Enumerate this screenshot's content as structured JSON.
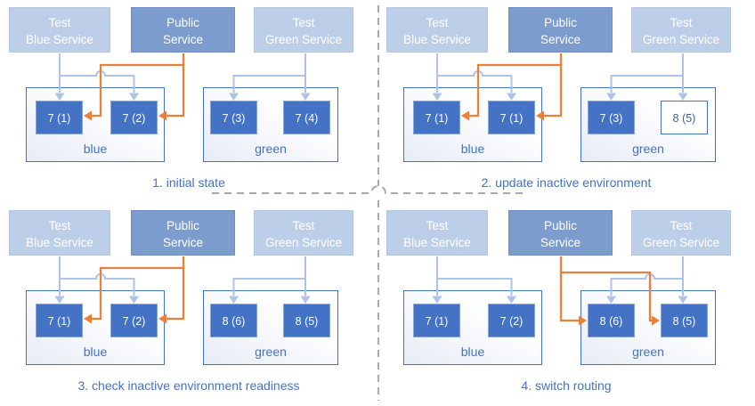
{
  "colors": {
    "pod_fill": "#4472c4",
    "pod_text": "#ffffff",
    "pod_outlined_border": "#4472c4",
    "pod_outlined_text": "#3f5f9f",
    "service_light_fill": "#bdcee9",
    "service_dark_fill": "#7d9cce",
    "service_text": "#ffffff",
    "env_border": "#4472c4",
    "label_blue": "#4472c4",
    "connector_blue": "#aec3e6",
    "connector_orange": "#e8813c",
    "divider_gray": "#a9a9a9"
  },
  "services": {
    "test_blue": {
      "line1": "Test",
      "line2": "Blue Service"
    },
    "public": {
      "line1": "Public",
      "line2": "Service"
    },
    "test_green": {
      "line1": "Test",
      "line2": "Green Service"
    }
  },
  "environments": {
    "blue_label": "blue",
    "green_label": "green"
  },
  "panels": [
    {
      "caption": "1. initial state",
      "routing": "blue",
      "blue_pods": [
        {
          "label": "7 (1)",
          "style": "filled"
        },
        {
          "label": "7 (2)",
          "style": "filled"
        }
      ],
      "green_pods": [
        {
          "label": "7 (3)",
          "style": "filled"
        },
        {
          "label": "7 (4)",
          "style": "filled"
        }
      ]
    },
    {
      "caption": "2. update inactive environment",
      "routing": "blue",
      "blue_pods": [
        {
          "label": "7 (1)",
          "style": "filled"
        },
        {
          "label": "7 (1)",
          "style": "filled"
        }
      ],
      "green_pods": [
        {
          "label": "7 (3)",
          "style": "filled"
        },
        {
          "label": "8 (5)",
          "style": "outlined"
        }
      ]
    },
    {
      "caption": "3. check inactive environment readiness",
      "routing": "blue",
      "blue_pods": [
        {
          "label": "7 (1)",
          "style": "filled"
        },
        {
          "label": "7 (2)",
          "style": "filled"
        }
      ],
      "green_pods": [
        {
          "label": "8 (6)",
          "style": "filled"
        },
        {
          "label": "8 (5)",
          "style": "filled"
        }
      ]
    },
    {
      "caption": "4. switch routing",
      "routing": "green",
      "blue_pods": [
        {
          "label": "7 (1)",
          "style": "filled"
        },
        {
          "label": "7 (2)",
          "style": "filled"
        }
      ],
      "green_pods": [
        {
          "label": "8 (6)",
          "style": "filled"
        },
        {
          "label": "8 (5)",
          "style": "filled"
        }
      ]
    }
  ]
}
